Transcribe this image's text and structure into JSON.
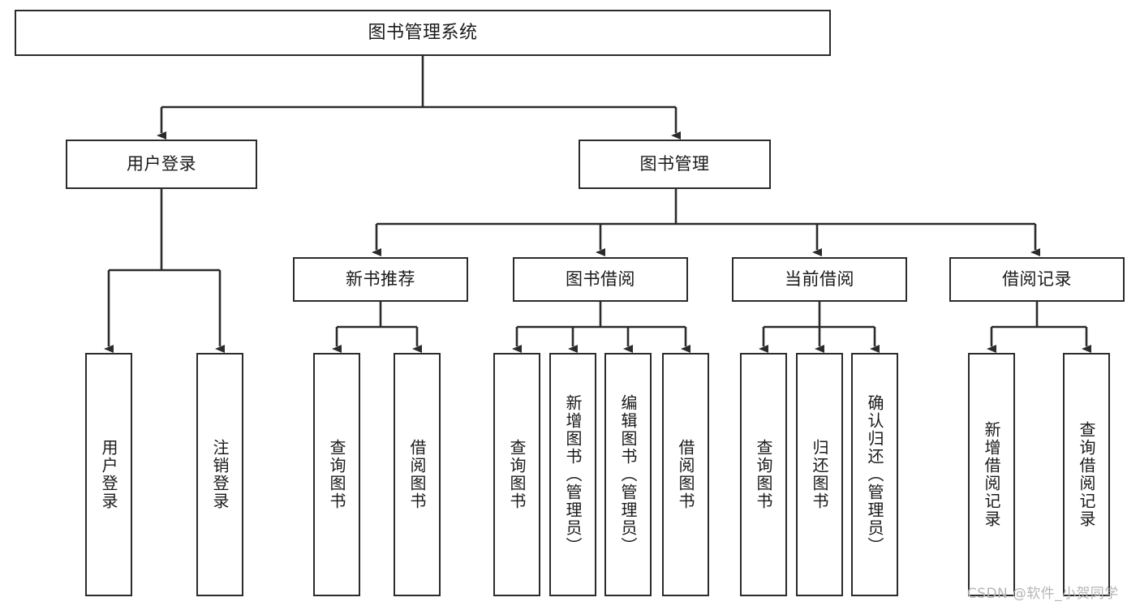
{
  "diagram": {
    "title": "图书管理系统",
    "type": "tree",
    "orientation": "top-down",
    "colors": {
      "box_stroke": "#2b2b2b",
      "box_fill": "#ffffff",
      "connector": "#2b2b2b",
      "text": "#1a1a1a",
      "watermark": "#b6b6b6",
      "background": "#ffffff"
    },
    "nodes": {
      "root": {
        "label": "图书管理系统",
        "level": 0
      },
      "level1": [
        {
          "id": "user-login",
          "label": "用户登录"
        },
        {
          "id": "book-manage",
          "label": "图书管理"
        }
      ],
      "level2": [
        {
          "id": "new-book-recommend",
          "label": "新书推荐",
          "parent": "book-manage"
        },
        {
          "id": "book-borrow",
          "label": "图书借阅",
          "parent": "book-manage"
        },
        {
          "id": "current-borrow",
          "label": "当前借阅",
          "parent": "book-manage"
        },
        {
          "id": "borrow-record",
          "label": "借阅记录",
          "parent": "book-manage"
        }
      ],
      "leaves": [
        {
          "id": "leaf-user-login",
          "label": "用户登录",
          "parent": "user-login"
        },
        {
          "id": "leaf-logout",
          "label": "注销登录",
          "parent": "user-login"
        },
        {
          "id": "leaf-query-book-1",
          "label": "查询图书",
          "parent": "new-book-recommend"
        },
        {
          "id": "leaf-borrow-book-1",
          "label": "借阅图书",
          "parent": "new-book-recommend"
        },
        {
          "id": "leaf-query-book-2",
          "label": "查询图书",
          "parent": "book-borrow"
        },
        {
          "id": "leaf-add-book",
          "label": "新增图书（管理员）",
          "parent": "book-borrow"
        },
        {
          "id": "leaf-edit-book",
          "label": "编辑图书（管理员）",
          "parent": "book-borrow"
        },
        {
          "id": "leaf-borrow-book-2",
          "label": "借阅图书",
          "parent": "book-borrow"
        },
        {
          "id": "leaf-query-book-3",
          "label": "查询图书",
          "parent": "current-borrow"
        },
        {
          "id": "leaf-return-book",
          "label": "归还图书",
          "parent": "current-borrow"
        },
        {
          "id": "leaf-confirm-return",
          "label": "确认归还（管理员）",
          "parent": "current-borrow"
        },
        {
          "id": "leaf-add-record",
          "label": "新增借阅记录",
          "parent": "borrow-record"
        },
        {
          "id": "leaf-query-record",
          "label": "查询借阅记录",
          "parent": "borrow-record"
        }
      ]
    }
  },
  "watermark": {
    "text": "CSDN @软件_小贺同学"
  }
}
